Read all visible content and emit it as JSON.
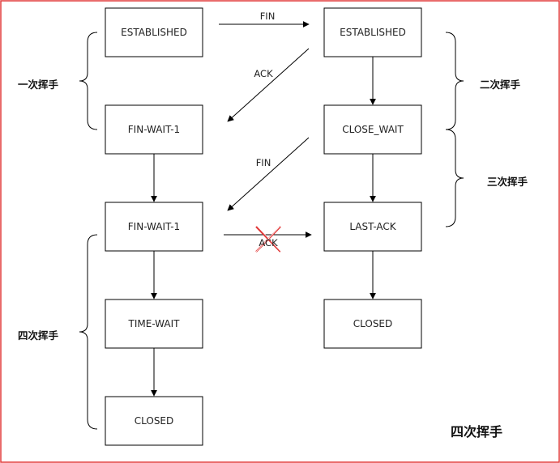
{
  "diagram": {
    "title": "四次挥手",
    "colors": {
      "line": "#000000",
      "box_border": "#000000",
      "frame_border": "#e23a3a",
      "cross": "#e23a3a"
    },
    "client_states": [
      "ESTABLISHED",
      "FIN-WAIT-1",
      "FIN-WAIT-1",
      "TIME-WAIT",
      "CLOSED"
    ],
    "server_states": [
      "ESTABLISHED",
      "CLOSE_WAIT",
      "LAST-ACK",
      "CLOSED"
    ],
    "messages": {
      "fin_1": "FIN",
      "ack_1": "ACK",
      "fin_2": "FIN",
      "ack_lost": "ACK"
    },
    "side_labels": {
      "first_wave": "一次挥手",
      "second_wave": "二次挥手",
      "third_wave": "三次挥手",
      "fourth_wave": "四次挥手"
    },
    "lost_marker_icon": "cross-x-icon"
  }
}
